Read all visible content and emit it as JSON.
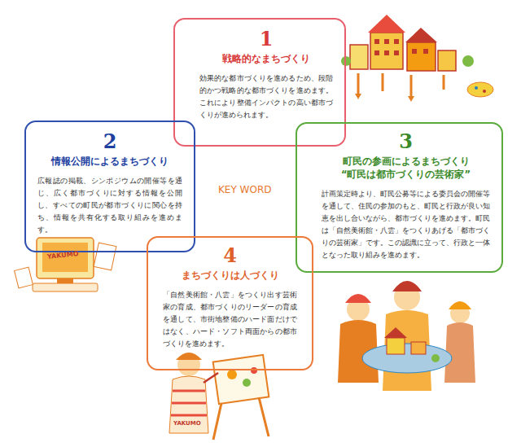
{
  "diagram": {
    "nodes": [
      {
        "text": [
          "1",
          "戦略的なまちづくり",
          "効果的な都市づくりを進めるため、段階的かつ戦略的な都市づくりを進めます。これにより整備インパクトの高い都市づくりが進められます。"
        ]
      },
      {
        "text": [
          "2",
          "情報公開によるまちづくり",
          "広報誌の掲載、シンポジウムの開催等を通じ、広く都市づくりに対する情報を公開し、すべての町民が都市づくりに関心を持ち、情報を共有化する取り組みを進めます。"
        ]
      },
      {
        "text": [
          "3",
          "町民の参画によるまちづくり “町民は都市づくりの芸術家”",
          "計画策定時より、町民公募等による委員会の開催等を通して、住民の参加のもと、町民と行政が良い知恵を出し合いながら、都市づくりを進めます。町民は「自然美術館・八雲」をつくりあげる「都市づくりの芸術家」です。この認識に立って、行政と一体となった取り組みを進めます。"
        ]
      },
      {
        "text": [
          "4",
          "まちづくりは人づくり",
          "「自然美術館・八雲」をつくり出す芸術家の育成、都市づくりのリーダーの育成を通して、市街地整備のハード面だけではなく、ハード・ソフト両面からの都市づくりを進めます。"
        ]
      }
    ],
    "labels": [
      "KEY WORD",
      "YAKUMO",
      "YAKUMO"
    ]
  }
}
